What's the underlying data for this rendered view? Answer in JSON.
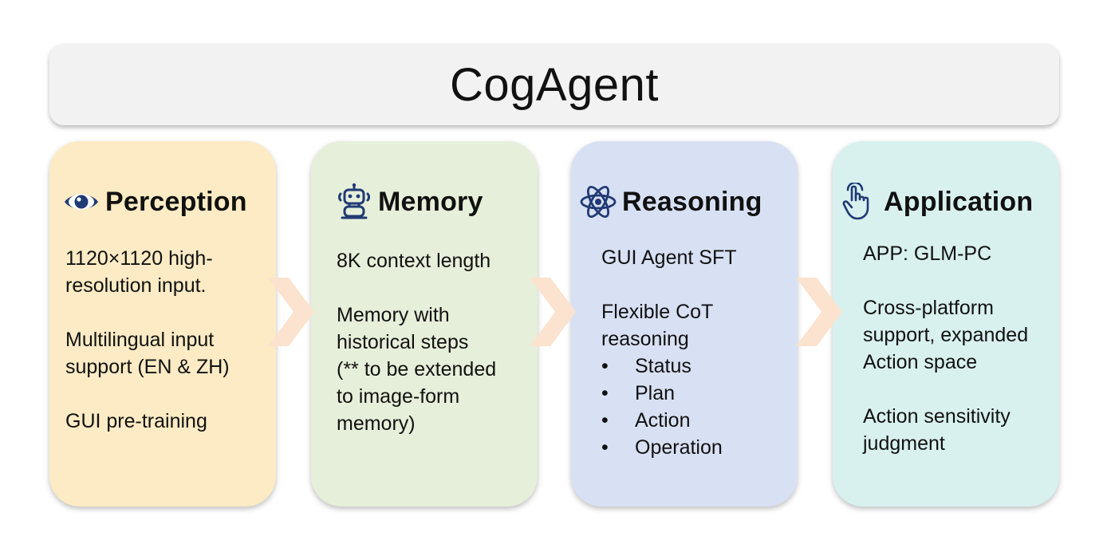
{
  "title": "CogAgent",
  "cards": [
    {
      "key": "perception",
      "icon": "eye-icon",
      "title": "Perception",
      "background": "#fcebc4",
      "paragraphs": [
        [
          "1120×1120 high-",
          "resolution input."
        ],
        [
          "Multilingual input",
          "support (EN & ZH)"
        ],
        [
          "GUI pre-training"
        ]
      ]
    },
    {
      "key": "memory",
      "icon": "robot-icon",
      "title": "Memory",
      "background": "#e6efd9",
      "paragraphs": [
        [
          "8K context length"
        ],
        [
          "Memory with",
          "historical steps",
          "(** to be extended",
          "to image-form",
          "memory)"
        ]
      ]
    },
    {
      "key": "reasoning",
      "icon": "atom-icon",
      "title": "Reasoning",
      "background": "#d8e0f3",
      "paragraphs": [
        [
          "GUI Agent SFT"
        ],
        [
          "Flexible CoT",
          "reasoning"
        ]
      ],
      "bullets": [
        "Status",
        "Plan",
        "Action",
        "Operation"
      ]
    },
    {
      "key": "application",
      "icon": "pointing-hand-icon",
      "title": "Application",
      "background": "#d8f1ef",
      "paragraphs": [
        [
          "APP: GLM-PC"
        ],
        [
          "Cross-platform",
          "support, expanded",
          "Action space"
        ],
        [
          "Action sensitivity",
          "judgment"
        ]
      ]
    }
  ],
  "colors": {
    "icon_blue": "#203a74",
    "arrow": "#fbe3cf",
    "title_bar": "#f2f2f2"
  }
}
